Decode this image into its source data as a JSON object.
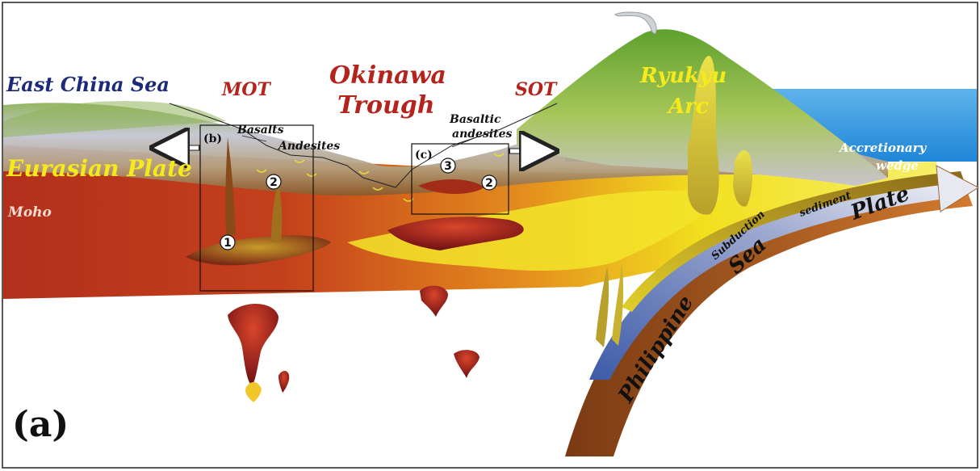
{
  "labels": {
    "east_china_sea": "East China Sea",
    "mot": "MOT",
    "okinawa_line1": "Okinawa",
    "okinawa_line2": "Trough",
    "sot": "SOT",
    "ryukyu_line1": "Ryukyu",
    "ryukyu_line2": "Arc",
    "eurasian_plate": "Eurasian Plate",
    "moho": "Moho",
    "basalts": "Basalts",
    "andesites": "Andesites",
    "basaltic_line1": "Basaltic",
    "basaltic_line2": "andesites",
    "accretionary_line1": "Accretionary",
    "accretionary_line2": "wedge",
    "subduction": "Subduction",
    "sediment": "sediment",
    "philippine": "Philippine",
    "sea": "Sea",
    "plate": "Plate",
    "panel_a": "(a)",
    "box_b": "(b)",
    "box_c": "(c)",
    "marker_1": "1",
    "marker_2": "2",
    "marker_3": "3"
  },
  "colors": {
    "ocean": "#2f8fd6",
    "mantle_red": "#b8321b",
    "melt_yellow": "#f2e626",
    "arc_green": "#7fb83a",
    "slab_brown": "#c86a25",
    "slab_blue": "#4f6fb8",
    "title_blue": "#1d2a7a",
    "title_red": "#b4231c",
    "title_yellow": "#f6ea1c"
  }
}
